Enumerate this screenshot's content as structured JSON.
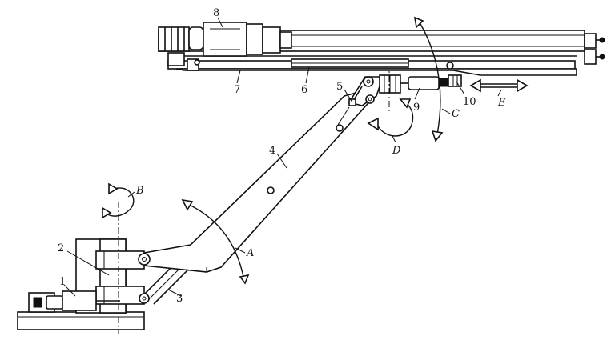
{
  "part_labels": {
    "p1": "1",
    "p2": "2",
    "p3": "3",
    "p4": "4",
    "p5": "5",
    "p6": "6",
    "p7": "7",
    "p8": "8",
    "p9": "9",
    "p10": "10"
  },
  "motion_labels": {
    "A": "A",
    "B": "B",
    "C": "C",
    "D": "D",
    "E": "E"
  }
}
